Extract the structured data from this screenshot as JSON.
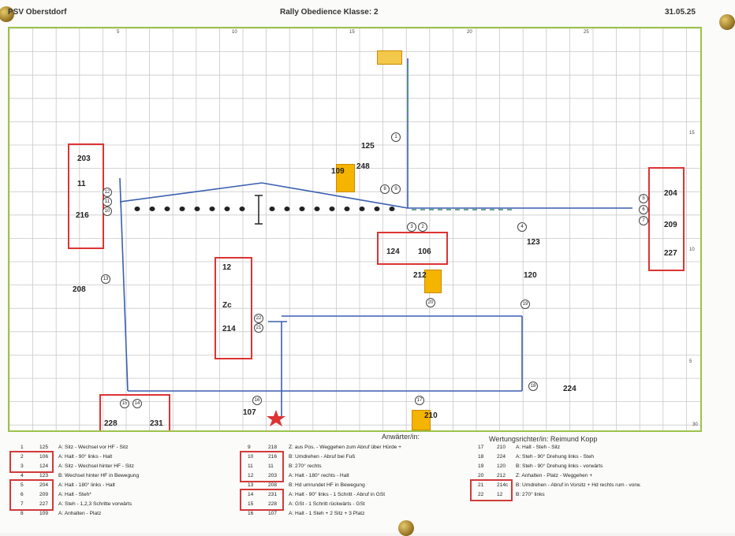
{
  "header": {
    "club": "PSV Oberstdorf",
    "title": "Rally Obedience Klasse:  2",
    "date": "31.05.25"
  },
  "axis_top": [
    "5",
    "10",
    "15",
    "20",
    "25"
  ],
  "axis_left": [
    "15",
    "10",
    "5"
  ],
  "axis_corner_bottom": "30",
  "applicant_label": "Anwärter/in:",
  "judge_label": "Wertungsrichter/in: Reimund Kopp",
  "table1": [
    {
      "n": "1",
      "c": "125",
      "t": "A: Sitz - Wechsel vor HF - Sitz"
    },
    {
      "n": "2",
      "c": "106",
      "t": "A: Halt - 90° links - Halt"
    },
    {
      "n": "3",
      "c": "124",
      "t": "A: Sitz - Wechsel hinter HF - Sitz"
    },
    {
      "n": "4",
      "c": "123",
      "t": "B: Wechsel hinter HF in Bewegung"
    },
    {
      "n": "5",
      "c": "204",
      "t": "A: Halt - 180° links - Halt"
    },
    {
      "n": "6",
      "c": "209",
      "t": "A: Halt - Steh*"
    },
    {
      "n": "7",
      "c": "227",
      "t": "A: Steh - 1,2,3 Schritte vorwärts"
    },
    {
      "n": "8",
      "c": "109",
      "t": "A: Anhalten - Platz"
    }
  ],
  "table2": [
    {
      "n": "9",
      "c": "218",
      "t": "Z: aus Pos. - Weggehen zum Abruf über Hürde +"
    },
    {
      "n": "10",
      "c": "216",
      "t": "B: Umdrehen - Abruf bei Fuß"
    },
    {
      "n": "11",
      "c": "11",
      "t": "B: 270° rechts"
    },
    {
      "n": "12",
      "c": "203",
      "t": "A: Halt - 180° rechts - Halt"
    },
    {
      "n": "13",
      "c": "208",
      "t": "B: Hd umrundet HF in Bewegung"
    },
    {
      "n": "14",
      "c": "231",
      "t": "A: Halt - 90° links - 1 Schritt - Abruf in GSt"
    },
    {
      "n": "15",
      "c": "228",
      "t": "A: GSt - 1 Schritt rückwärts - GSt"
    },
    {
      "n": "16",
      "c": "107",
      "t": "A: Halt - 1 Steh + 2 Sitz + 3 Platz"
    }
  ],
  "table3": [
    {
      "n": "17",
      "c": "210",
      "t": "A: Halt - Steh - Sitz"
    },
    {
      "n": "18",
      "c": "224",
      "t": "A: Steh - 90° Drehung links - Steh"
    },
    {
      "n": "19",
      "c": "120",
      "t": "B: Steh - 90° Drehung links - vorwärts"
    },
    {
      "n": "20",
      "c": "212",
      "t": "Z: Anhalten - Platz - Weggehen +"
    },
    {
      "n": "21",
      "c": "214c",
      "t": "B: Umdrehen - Abruf in Vorsitz + Hd rechts rum - vorw."
    },
    {
      "n": "22",
      "c": "12",
      "t": "B: 270° links"
    }
  ],
  "course_codes": {
    "c125": "125",
    "c248": "248",
    "c109": "109",
    "c203": "203",
    "c11": "11",
    "c216": "216",
    "c204": "204",
    "c209": "209",
    "c227": "227",
    "c124": "124",
    "c106": "106",
    "c123": "123",
    "c212": "212",
    "c120": "120",
    "c12": "12",
    "c214": "214",
    "cZc": "Zc",
    "c208": "208",
    "c231": "231",
    "c228": "228",
    "c210": "210",
    "c224": "224",
    "c107": "107"
  },
  "station_numbers": [
    "1",
    "2",
    "3",
    "4",
    "5",
    "6",
    "7",
    "8",
    "9",
    "10",
    "11",
    "12",
    "13",
    "14",
    "15",
    "16",
    "17",
    "18",
    "19",
    "20",
    "21",
    "22"
  ],
  "colors": {
    "grid": "#c9c9c9",
    "border": "#9cc24a",
    "path": "#3a5fb0",
    "dash": "#3a8a6a",
    "highlight": "#d23a3a",
    "sign": "#f4b400"
  }
}
